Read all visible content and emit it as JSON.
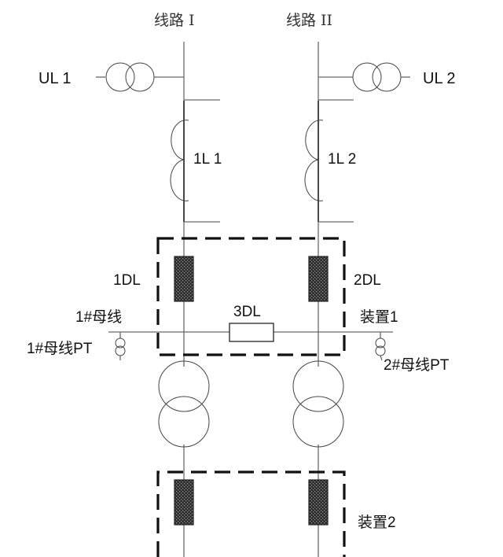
{
  "diagram": {
    "lines": {
      "line1": "线路 I",
      "line2": "线路 II"
    },
    "transformers": {
      "ul1": "UL 1",
      "ul2": "UL 2"
    },
    "reactors": {
      "l1": "1L 1",
      "l2": "1L 2"
    },
    "breakers": {
      "dl1": "1DL",
      "dl2": "2DL",
      "dl3": "3DL"
    },
    "buses": {
      "bus1": "1#母线",
      "bus1_pt": "1#母线PT",
      "bus2_pt": "2#母线PT"
    },
    "devices": {
      "device1": "装置1",
      "device2": "装置2"
    },
    "colors": {
      "wire": "#6a6a6a",
      "breaker_fill": "#3a3a3a",
      "dashed_box": "#111111"
    }
  }
}
